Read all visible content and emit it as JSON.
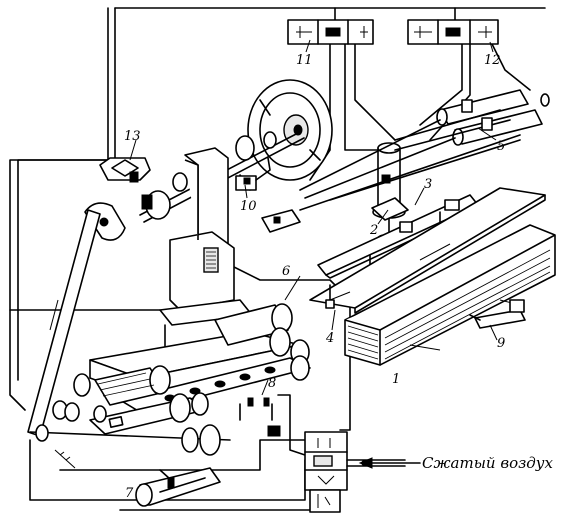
{
  "callouts": {
    "n1": "1",
    "n2": "2",
    "n3": "3",
    "n4": "4",
    "n5": "5",
    "n6": "6",
    "n7": "7",
    "n8": "8",
    "n9": "9",
    "n10": "10",
    "n11": "11",
    "n12": "12",
    "n13": "13"
  },
  "inlet_label": "Сжатый воздух"
}
